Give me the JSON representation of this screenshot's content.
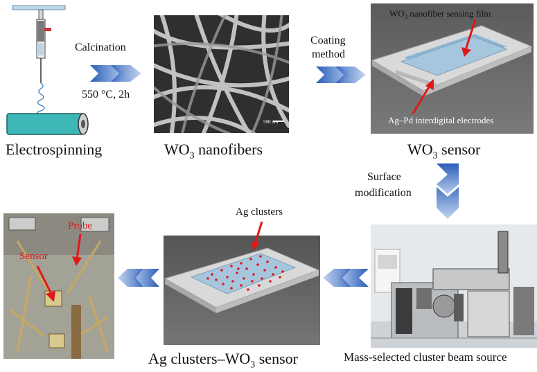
{
  "steps": {
    "electrospinning": "Electrospinning",
    "calcination": "Calcination",
    "calcination_condition": "550 °C, 2h",
    "nanofibers_prefix": "WO",
    "nanofibers_sub": "3",
    "nanofibers_suffix": " nanofibers",
    "scale_bar": "500 nm",
    "coating_line1": "Coating",
    "coating_line2": "method",
    "sensing_film_prefix": "WO",
    "sensing_film_sub": "3",
    "sensing_film_suffix": " nanofiber  sensing film",
    "electrodes": "Ag–Pd interdigital electrodes",
    "sensor_prefix": "WO",
    "sensor_sub": "3",
    "sensor_suffix": " sensor",
    "surface_line1": "Surface",
    "surface_line2": "modification",
    "cluster_source": "Mass-selected cluster beam source",
    "ag_clusters": "Ag clusters",
    "ag_sensor_prefix": "Ag clusters–WO",
    "ag_sensor_sub": "3",
    "ag_sensor_suffix": " sensor",
    "probe": "Probe",
    "sensor_label": "Sensor"
  },
  "colors": {
    "arrow_blue": "#3c6fc6",
    "annotation_red": "#e01818",
    "film_blue": "#9fc3dc"
  }
}
